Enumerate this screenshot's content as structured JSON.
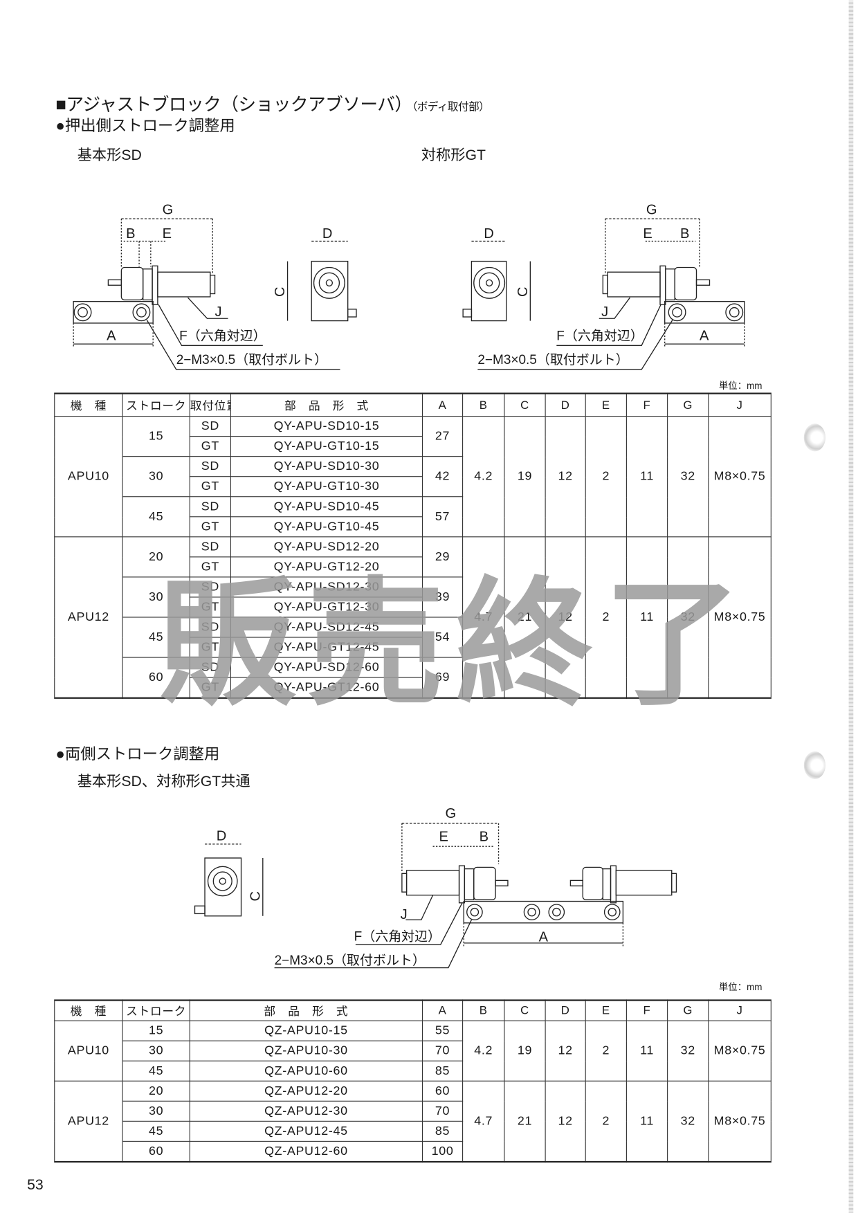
{
  "title": {
    "main": "■アジャストブロック（ショックアブソーバ）",
    "sub": "（ボディ取付部）"
  },
  "section1": {
    "heading": "●押出側ストローク調整用",
    "type_sd": "基本形SD",
    "type_gt": "対称形GT",
    "unit": "単位：mm",
    "headers": [
      "機　種",
      "ストローク",
      "取付位置",
      "部　品　形　式",
      "A",
      "B",
      "C",
      "D",
      "E",
      "F",
      "G",
      "J"
    ],
    "groups": [
      {
        "model": "APU10",
        "B": "4.2",
        "C": "19",
        "D": "12",
        "E": "2",
        "F": "11",
        "G": "32",
        "J": "M8×0.75",
        "strokes": [
          {
            "stroke": "15",
            "A": "27",
            "rows": [
              {
                "pos": "SD",
                "part": "QY-APU-SD10-15"
              },
              {
                "pos": "GT",
                "part": "QY-APU-GT10-15"
              }
            ]
          },
          {
            "stroke": "30",
            "A": "42",
            "rows": [
              {
                "pos": "SD",
                "part": "QY-APU-SD10-30"
              },
              {
                "pos": "GT",
                "part": "QY-APU-GT10-30"
              }
            ]
          },
          {
            "stroke": "45",
            "A": "57",
            "rows": [
              {
                "pos": "SD",
                "part": "QY-APU-SD10-45"
              },
              {
                "pos": "GT",
                "part": "QY-APU-GT10-45"
              }
            ]
          }
        ]
      },
      {
        "model": "APU12",
        "B": "4.7",
        "C": "21",
        "D": "12",
        "E": "2",
        "F": "11",
        "G": "32",
        "J": "M8×0.75",
        "strokes": [
          {
            "stroke": "20",
            "A": "29",
            "rows": [
              {
                "pos": "SD",
                "part": "QY-APU-SD12-20"
              },
              {
                "pos": "GT",
                "part": "QY-APU-GT12-20"
              }
            ]
          },
          {
            "stroke": "30",
            "A": "39",
            "rows": [
              {
                "pos": "SD",
                "part": "QY-APU-SD12-30"
              },
              {
                "pos": "GT",
                "part": "QY-APU-GT12-30"
              }
            ]
          },
          {
            "stroke": "45",
            "A": "54",
            "rows": [
              {
                "pos": "SD",
                "part": "QY-APU-SD12-45"
              },
              {
                "pos": "GT",
                "part": "QY-APU-GT12-45"
              }
            ]
          },
          {
            "stroke": "60",
            "A": "69",
            "rows": [
              {
                "pos": "SD",
                "part": "QY-APU-SD12-60"
              },
              {
                "pos": "GT",
                "part": "QY-APU-GT12-60"
              }
            ]
          }
        ]
      }
    ]
  },
  "section2": {
    "heading": "●両側ストローク調整用",
    "subheading": "基本形SD、対称形GT共通",
    "unit": "単位：mm",
    "headers": [
      "機　種",
      "ストローク",
      "部　品　形　式",
      "A",
      "B",
      "C",
      "D",
      "E",
      "F",
      "G",
      "J"
    ],
    "groups": [
      {
        "model": "APU10",
        "B": "4.2",
        "C": "19",
        "D": "12",
        "E": "2",
        "F": "11",
        "G": "32",
        "J": "M8×0.75",
        "rows": [
          {
            "stroke": "15",
            "part": "QZ-APU10-15",
            "A": "55"
          },
          {
            "stroke": "30",
            "part": "QZ-APU10-30",
            "A": "70"
          },
          {
            "stroke": "45",
            "part": "QZ-APU10-60",
            "A": "85"
          }
        ]
      },
      {
        "model": "APU12",
        "B": "4.7",
        "C": "21",
        "D": "12",
        "E": "2",
        "F": "11",
        "G": "32",
        "J": "M8×0.75",
        "rows": [
          {
            "stroke": "20",
            "part": "QZ-APU12-20",
            "A": "60"
          },
          {
            "stroke": "30",
            "part": "QZ-APU12-30",
            "A": "70"
          },
          {
            "stroke": "45",
            "part": "QZ-APU12-45",
            "A": "85"
          },
          {
            "stroke": "60",
            "part": "QZ-APU12-60",
            "A": "100"
          }
        ]
      }
    ]
  },
  "diagram": {
    "A": "A",
    "B": "B",
    "C": "C",
    "D": "D",
    "E": "E",
    "G": "G",
    "J": "J",
    "F": "F（六角対辺）",
    "bolt": "2−M3×0.5（取付ボルト）"
  },
  "watermark": "販売終了",
  "page_number": "53"
}
